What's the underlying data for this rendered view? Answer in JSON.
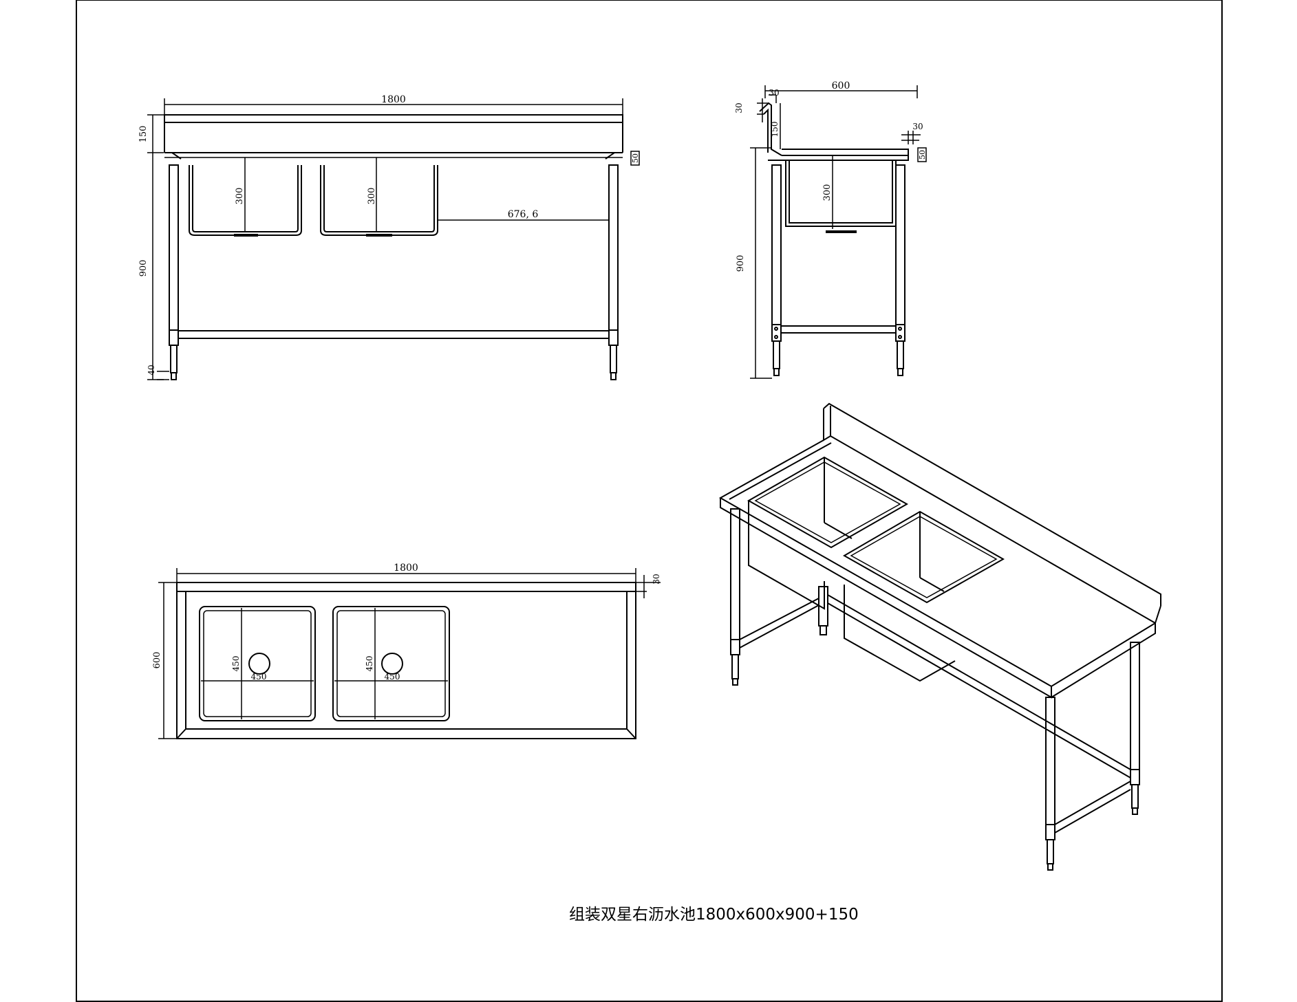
{
  "caption": "组装双星右沥水池1800x600x900+150",
  "front_view": {
    "dims": {
      "overall_length": "1800",
      "backsplash_height": "150",
      "leg_height": "900",
      "foot_height": "40",
      "edge_height": "50",
      "sink_depth_left": "300",
      "sink_depth_right": "300",
      "drainboard_length": "676, 6"
    }
  },
  "side_view": {
    "dims": {
      "depth": "600",
      "backsplash_top": "30",
      "backsplash_top_left": "30",
      "backsplash_height": "150",
      "front_edge_thickness": "30",
      "front_edge_height": "50",
      "sink_depth": "300",
      "leg_height": "900"
    }
  },
  "plan_view": {
    "dims": {
      "overall_length": "1800",
      "overall_depth": "600",
      "rear_edge": "30",
      "sink1_length": "450",
      "sink1_width": "450",
      "sink2_length": "450",
      "sink2_width": "450"
    }
  }
}
